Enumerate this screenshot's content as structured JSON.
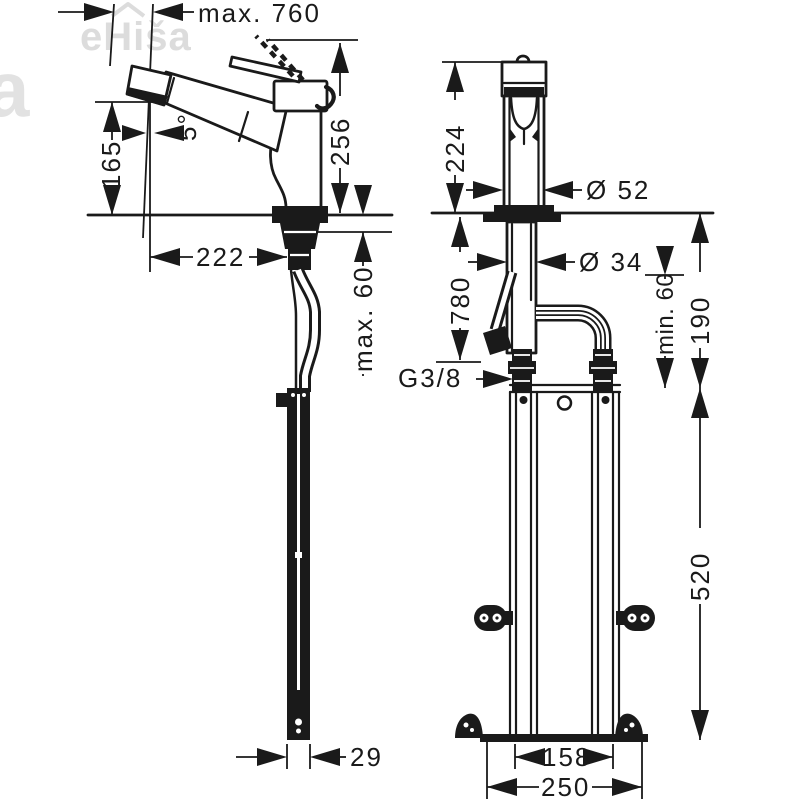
{
  "watermark": {
    "text": "eHiša",
    "partial_letter": "a"
  },
  "colors": {
    "ink": "#1a1a1a",
    "background": "#ffffff",
    "watermark": "#dcdcdc"
  },
  "side_view": {
    "dims": {
      "pullout_max": "max. 760",
      "total_height": "256",
      "outlet_height": "165",
      "spout_angle": "5°",
      "spout_reach": "222",
      "mounting_thickness": "max. 60",
      "hose_end_width": "29"
    }
  },
  "front_view": {
    "dims": {
      "body_height": "224",
      "body_diameter": "Ø 52",
      "hose_length": "780",
      "shank_diameter": "Ø 34",
      "min_clearance": "min. 60",
      "counter_to_bracket": "190",
      "bracket_height": "520",
      "bracket_inner_width": "158",
      "bracket_outer_width": "250",
      "connection_thread": "G3/8"
    }
  }
}
